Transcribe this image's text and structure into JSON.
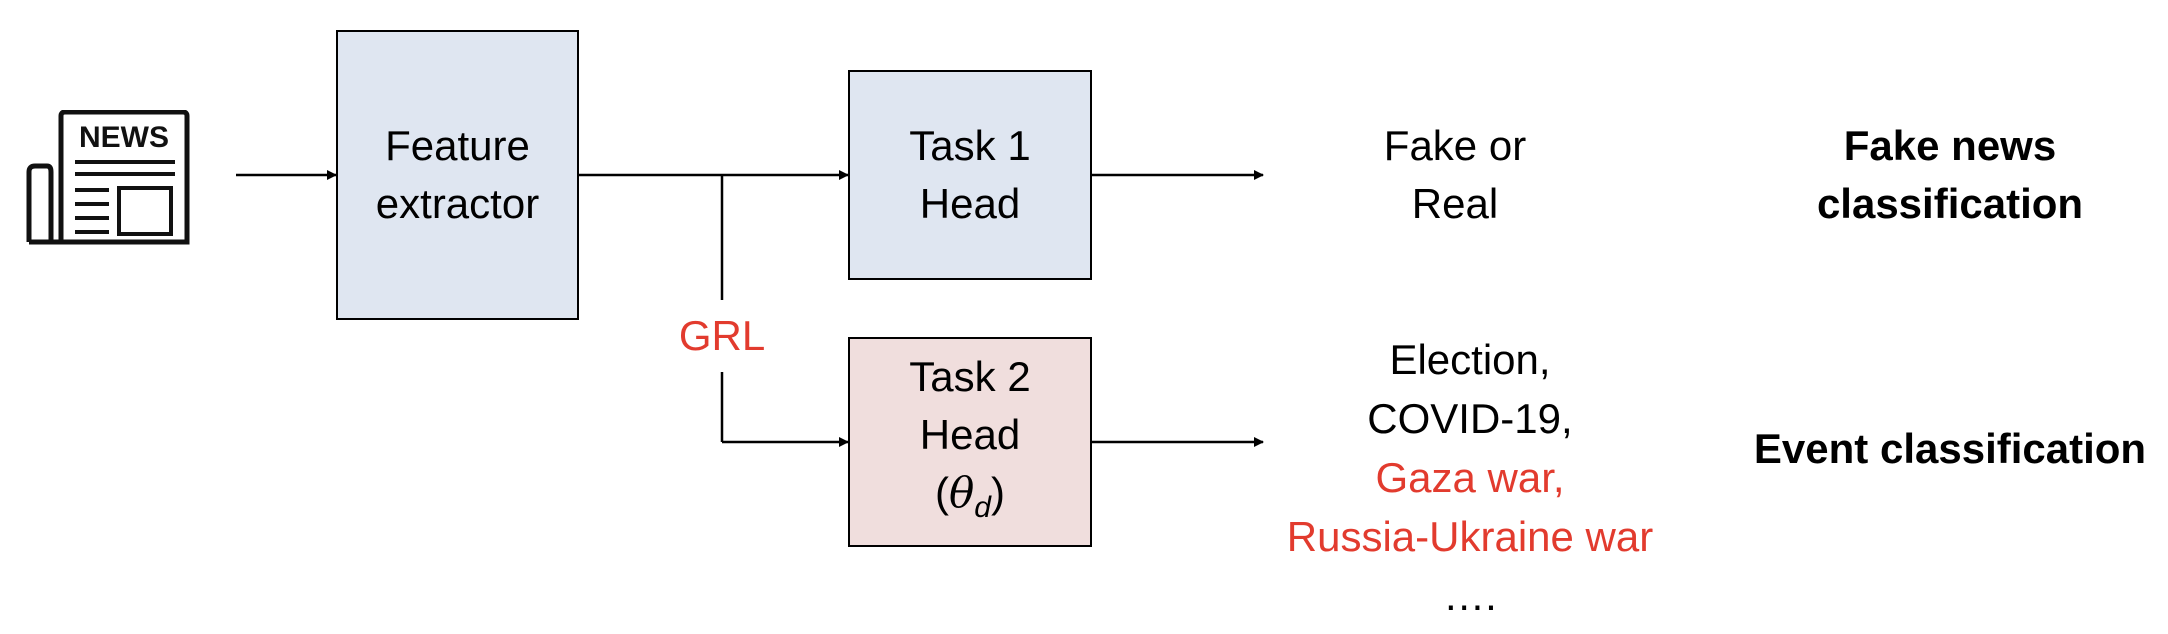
{
  "input": {
    "icon": "newspaper-icon",
    "icon_text": "NEWS"
  },
  "feature_extractor": {
    "line1": "Feature",
    "line2": "extractor"
  },
  "task1": {
    "line1": "Task 1",
    "line2": "Head"
  },
  "task2": {
    "line1": "Task 2",
    "line2": "Head",
    "param_open": "(",
    "param_symbol": "θ",
    "param_sub": "d",
    "param_close": ")"
  },
  "grl": {
    "label": "GRL"
  },
  "outputs": {
    "task1": {
      "line1": "Fake or",
      "line2": "Real"
    },
    "task2": {
      "line1": "Election,",
      "line2": "COVID-19,",
      "line3": "Gaza war,",
      "line4": "Russia-Ukraine war",
      "line5": "…."
    }
  },
  "descriptions": {
    "task1": {
      "line1": "Fake news",
      "line2": "classification"
    },
    "task2": {
      "line1": "Event classification"
    }
  },
  "colors": {
    "blue_box": "#dfe6f1",
    "pink_box": "#f0dedd",
    "highlight": "#e23b2e"
  }
}
